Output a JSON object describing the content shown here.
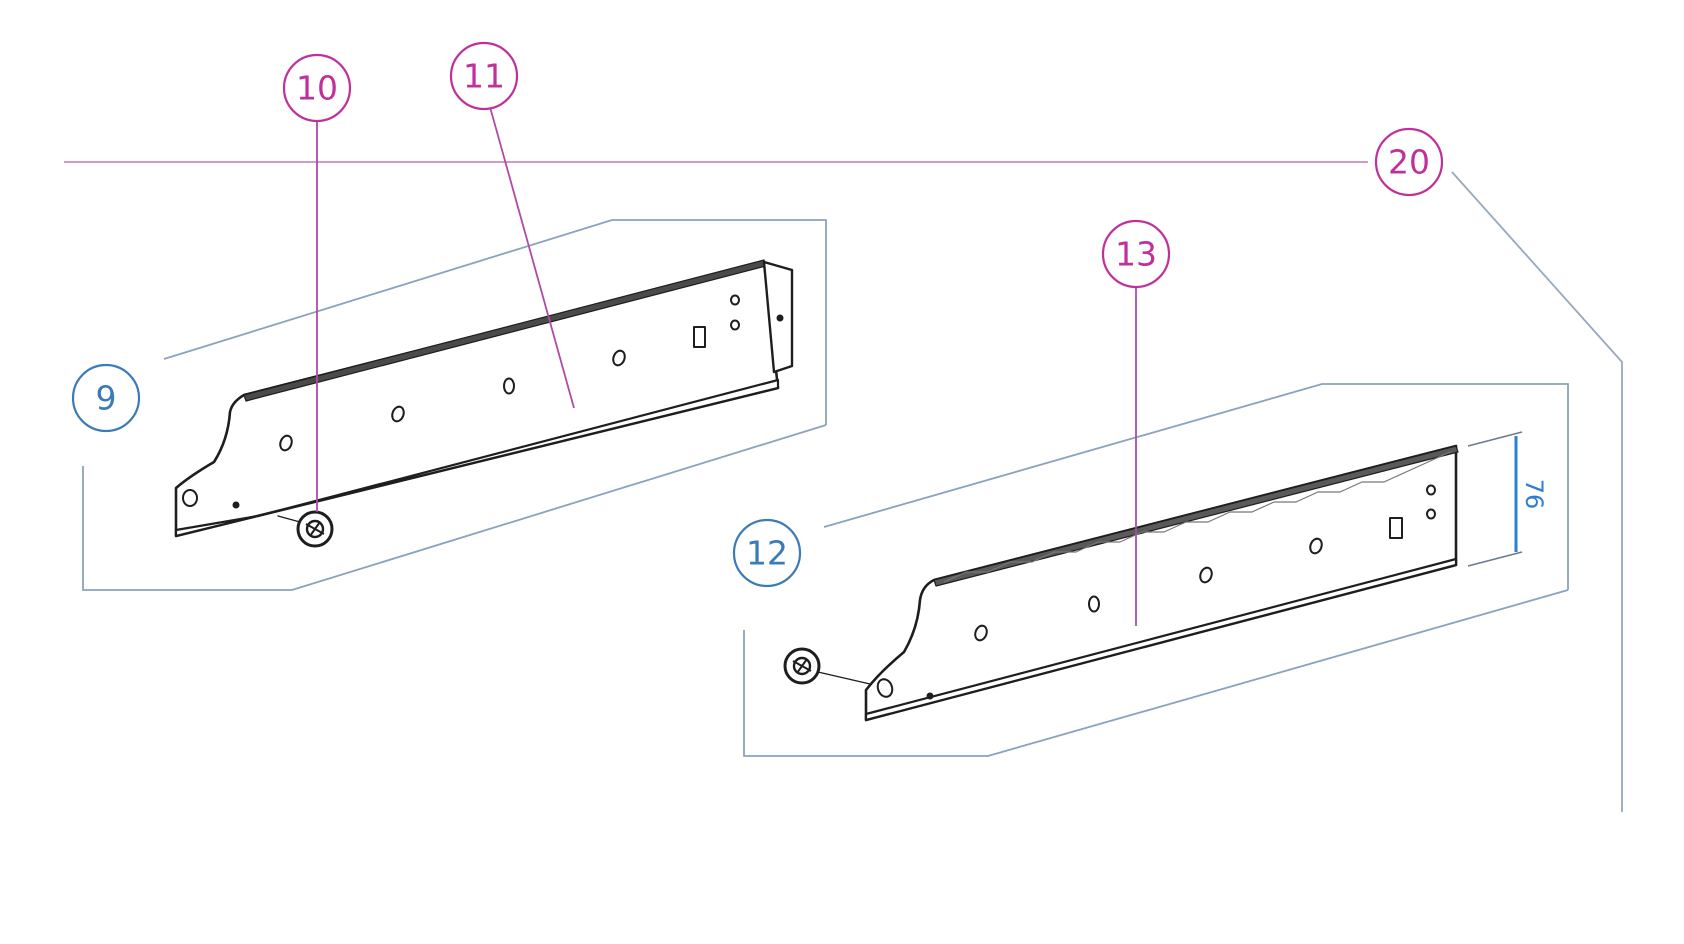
{
  "colors": {
    "background": "#ffffff",
    "callout_magenta": "#c0309a",
    "callout_blue": "#3a7bb8",
    "leader_magenta": "#b04aa6",
    "frame_blue_gray": "#8aa2bd",
    "rail_outline": "#1e1e1e",
    "dimension_blue": "#2e7fd0"
  },
  "callouts": {
    "c9": "9",
    "c10": "10",
    "c11": "11",
    "c12": "12",
    "c13": "13",
    "c20": "20"
  },
  "dimension": {
    "height_value": "76"
  },
  "parts": [
    {
      "name": "left-drawer-slide-rail",
      "icon": "slide-rail-with-flange"
    },
    {
      "name": "right-drawer-slide-rail",
      "icon": "slide-rail"
    },
    {
      "name": "left-mounting-screw",
      "icon": "screw-head"
    },
    {
      "name": "right-mounting-screw",
      "icon": "screw-head"
    }
  ]
}
